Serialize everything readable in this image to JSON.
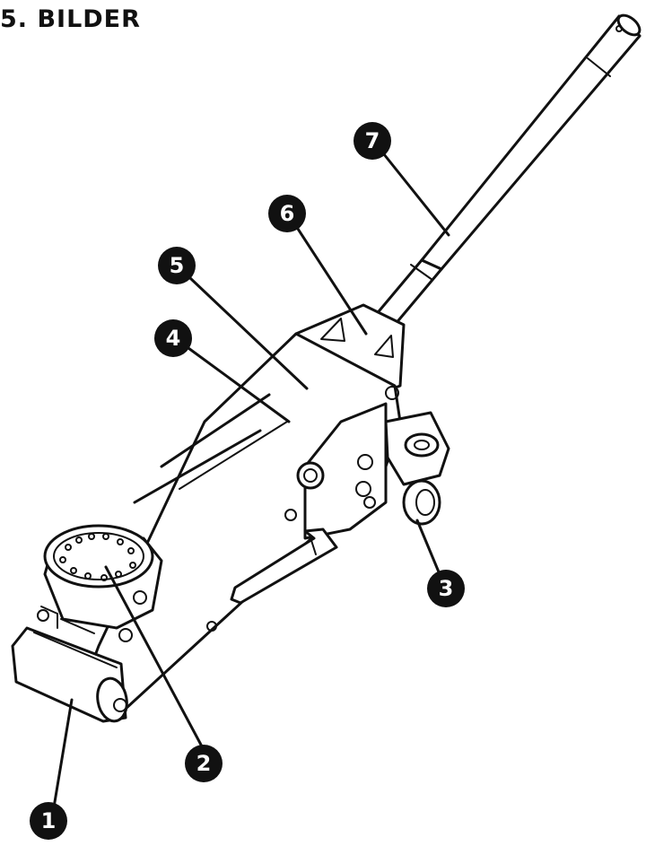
{
  "header": {
    "title": "5. BILDER"
  },
  "callouts": [
    {
      "id": "callout-1",
      "label": "1"
    },
    {
      "id": "callout-2",
      "label": "2"
    },
    {
      "id": "callout-3",
      "label": "3"
    },
    {
      "id": "callout-4",
      "label": "4"
    },
    {
      "id": "callout-5",
      "label": "5"
    },
    {
      "id": "callout-6",
      "label": "6"
    },
    {
      "id": "callout-7",
      "label": "7"
    }
  ]
}
